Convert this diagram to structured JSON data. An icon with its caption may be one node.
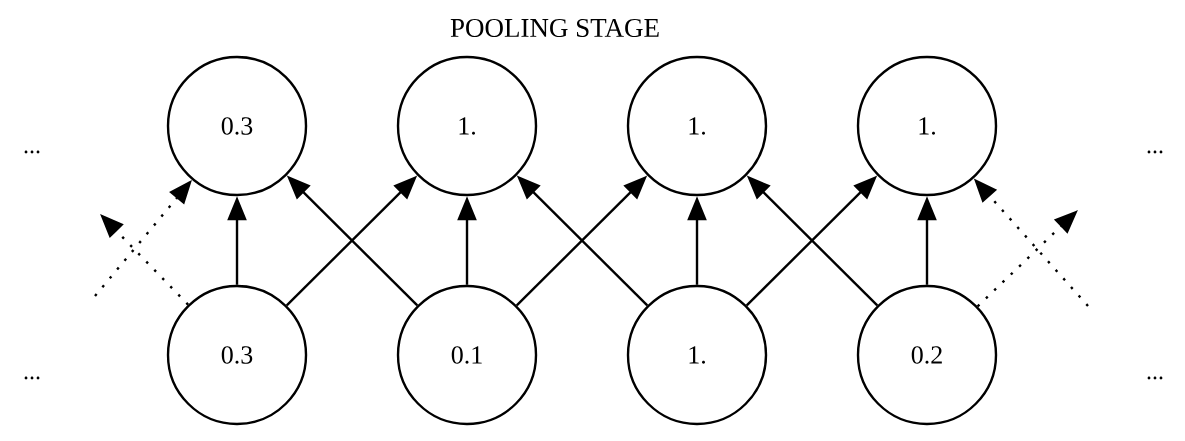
{
  "diagram": {
    "title": "POOLING STAGE",
    "nodes": [
      {
        "text": [
          "0.3"
        ]
      },
      {
        "text": [
          "1."
        ]
      },
      {
        "text": [
          "1."
        ]
      },
      {
        "text": [
          "1."
        ]
      },
      {
        "text": [
          "0.3"
        ]
      },
      {
        "text": [
          "0.1"
        ]
      },
      {
        "text": [
          "1."
        ]
      },
      {
        "text": [
          "0.2"
        ]
      }
    ],
    "edges": [
      {
        "from": 4,
        "to": null,
        "arrow": "to",
        "style": "dashed"
      },
      {
        "from": null,
        "to": 0,
        "arrow": "to",
        "style": "dashed"
      },
      {
        "from": 4,
        "to": 0,
        "arrow": "to"
      },
      {
        "from": 4,
        "to": 1,
        "arrow": "to"
      },
      {
        "from": 5,
        "to": 0,
        "arrow": "to"
      },
      {
        "from": 5,
        "to": 1,
        "arrow": "to"
      },
      {
        "from": 5,
        "to": 2,
        "arrow": "to"
      },
      {
        "from": 6,
        "to": 1,
        "arrow": "to"
      },
      {
        "from": 6,
        "to": 2,
        "arrow": "to"
      },
      {
        "from": 6,
        "to": 3,
        "arrow": "to"
      },
      {
        "from": 7,
        "to": 2,
        "arrow": "to"
      },
      {
        "from": 7,
        "to": 3,
        "arrow": "to"
      },
      {
        "from": 7,
        "to": null,
        "arrow": "to",
        "style": "dashed"
      },
      {
        "from": null,
        "to": 3,
        "arrow": "to",
        "style": "dashed"
      }
    ],
    "labels": [
      "...",
      "...",
      "...",
      "..."
    ]
  }
}
